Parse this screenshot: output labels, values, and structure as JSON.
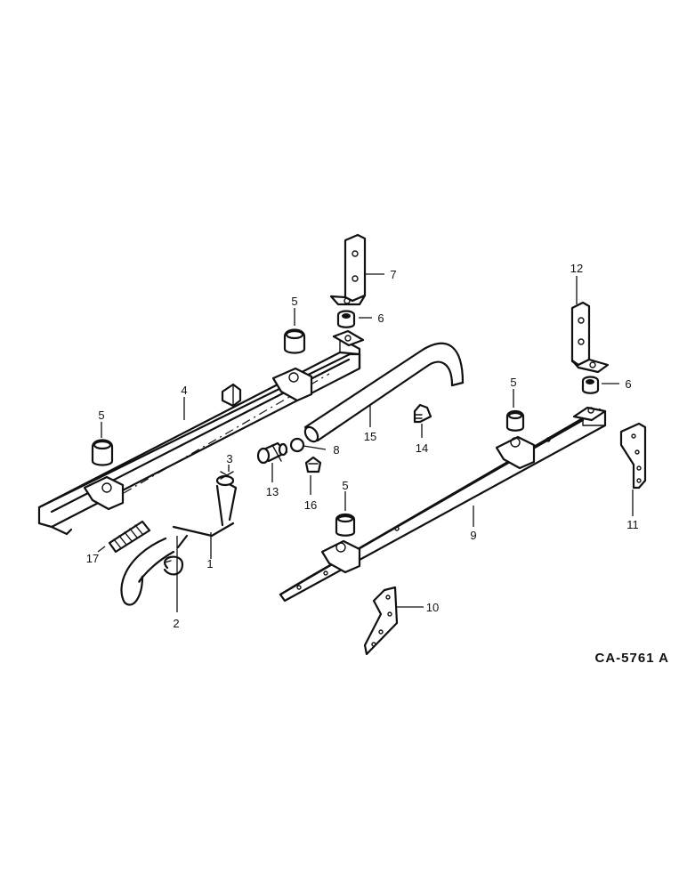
{
  "diagram": {
    "callouts": [
      "1",
      "2",
      "3",
      "4",
      "5",
      "5",
      "5",
      "5",
      "6",
      "6",
      "7",
      "8",
      "9",
      "10",
      "11",
      "12",
      "13",
      "14",
      "15",
      "16",
      "17"
    ],
    "drawing_code": "CA-5761 A"
  }
}
